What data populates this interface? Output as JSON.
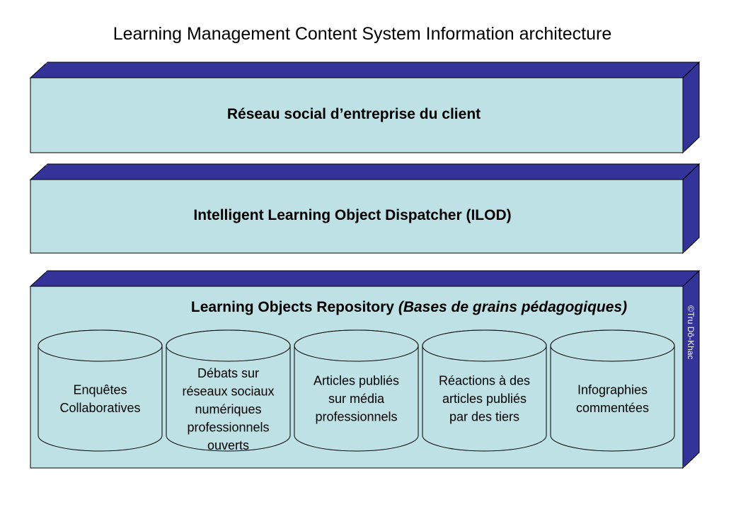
{
  "title": "Learning Management Content System Information architecture",
  "colors": {
    "face": "#bde1e4",
    "top": "#333399",
    "side": "#333399",
    "stroke": "#000000",
    "copyright": "#ffffff"
  },
  "layers": {
    "social": {
      "label": "Réseau social d’entreprise du client"
    },
    "dispatcher": {
      "label": "Intelligent Learning Object Dispatcher (ILOD)"
    },
    "repository": {
      "label": "Learning Objects Repository ",
      "label_italic": "(Bases de grains pédagogiques)"
    }
  },
  "databases": [
    {
      "lines": [
        "Enquêtes",
        "Collaboratives"
      ]
    },
    {
      "lines": [
        "Débats sur",
        "réseaux sociaux",
        "numériques",
        "professionnels",
        "ouverts"
      ]
    },
    {
      "lines": [
        "Articles publiés",
        "sur média",
        "professionnels"
      ]
    },
    {
      "lines": [
        "Réactions à des",
        "articles publiés",
        "par des tiers"
      ]
    },
    {
      "lines": [
        "Infographies",
        "commentées"
      ]
    }
  ],
  "copyright": "©Tru Dô-Khac"
}
